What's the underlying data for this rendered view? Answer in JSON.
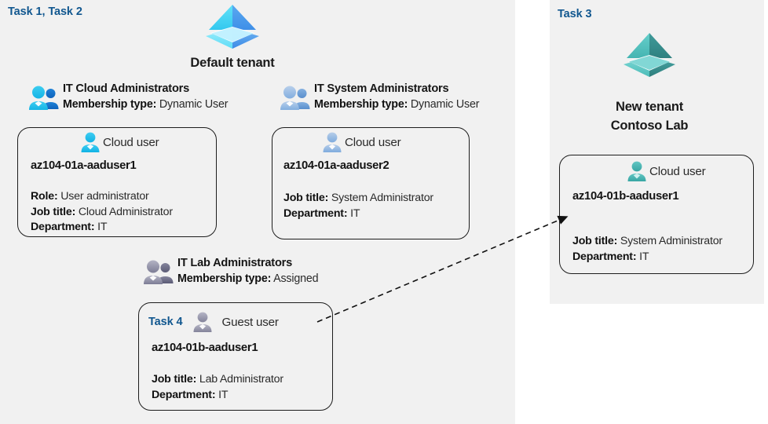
{
  "panels": {
    "default": {
      "task_label": "Task 1, Task 2",
      "tenant_caption": "Default tenant",
      "logo_icon": "azure-ad-tenant-icon"
    },
    "new": {
      "task_label": "Task 3",
      "tenant_caption_line1": "New  tenant",
      "tenant_caption_line2": "Contoso Lab",
      "logo_icon": "azure-ad-tenant-icon"
    }
  },
  "groups": [
    {
      "id": "cloud",
      "name": "IT Cloud Administrators",
      "meta_label": "Membership type:",
      "meta_value": "Dynamic User",
      "icon": "group-users-icon"
    },
    {
      "id": "system",
      "name": "IT System Administrators",
      "meta_label": "Membership type:",
      "meta_value": "Dynamic User",
      "icon": "group-users-icon"
    },
    {
      "id": "lab",
      "name": "IT Lab Administrators",
      "meta_label": "Membership type:",
      "meta_value": "Assigned",
      "icon": "group-users-icon"
    }
  ],
  "users": [
    {
      "id": "aaduser1",
      "type_label": "Cloud user",
      "icon": "cloud-user-icon",
      "task": "",
      "name": "az104-01a-aaduser1",
      "props": [
        {
          "label": "Role:",
          "value": "User administrator"
        },
        {
          "label": "Job title:",
          "value": "Cloud Administrator"
        },
        {
          "label": "Department:",
          "value": "IT"
        }
      ]
    },
    {
      "id": "aaduser2",
      "type_label": "Cloud user",
      "icon": "cloud-user-icon",
      "task": "",
      "name": "az104-01a-aaduser2",
      "props": [
        {
          "label": "Job title:",
          "value": "System Administrator"
        },
        {
          "label": "Department:",
          "value": "IT"
        }
      ]
    },
    {
      "id": "aaduser1b-new",
      "type_label": "Cloud user",
      "icon": "cloud-user-icon",
      "task": "",
      "name": "az104-01b-aaduser1",
      "props": [
        {
          "label": "Job title:",
          "value": "System Administrator"
        },
        {
          "label": "Department:",
          "value": "IT"
        }
      ]
    },
    {
      "id": "aaduser1b-guest",
      "type_label": "Guest user",
      "icon": "guest-user-icon",
      "task": "Task 4",
      "name": "az104-01b-aaduser1",
      "props": [
        {
          "label": "Job title:",
          "value": "Lab Administrator"
        },
        {
          "label": "Department:",
          "value": "IT"
        }
      ]
    }
  ],
  "colors": {
    "panel_background": "#f1f1f1",
    "task_accent": "#11578f",
    "tenant_default": "#47c9f0",
    "tenant_new": "#4fc0bd",
    "user_cloud": "#29b6e8",
    "user_muted": "#9dadc6",
    "user_teal": "#46b3b0",
    "card_border": "#1d1d1d"
  },
  "connector": {
    "name": "guest-user-invitation-arrow",
    "style": "dashed-arrow"
  }
}
